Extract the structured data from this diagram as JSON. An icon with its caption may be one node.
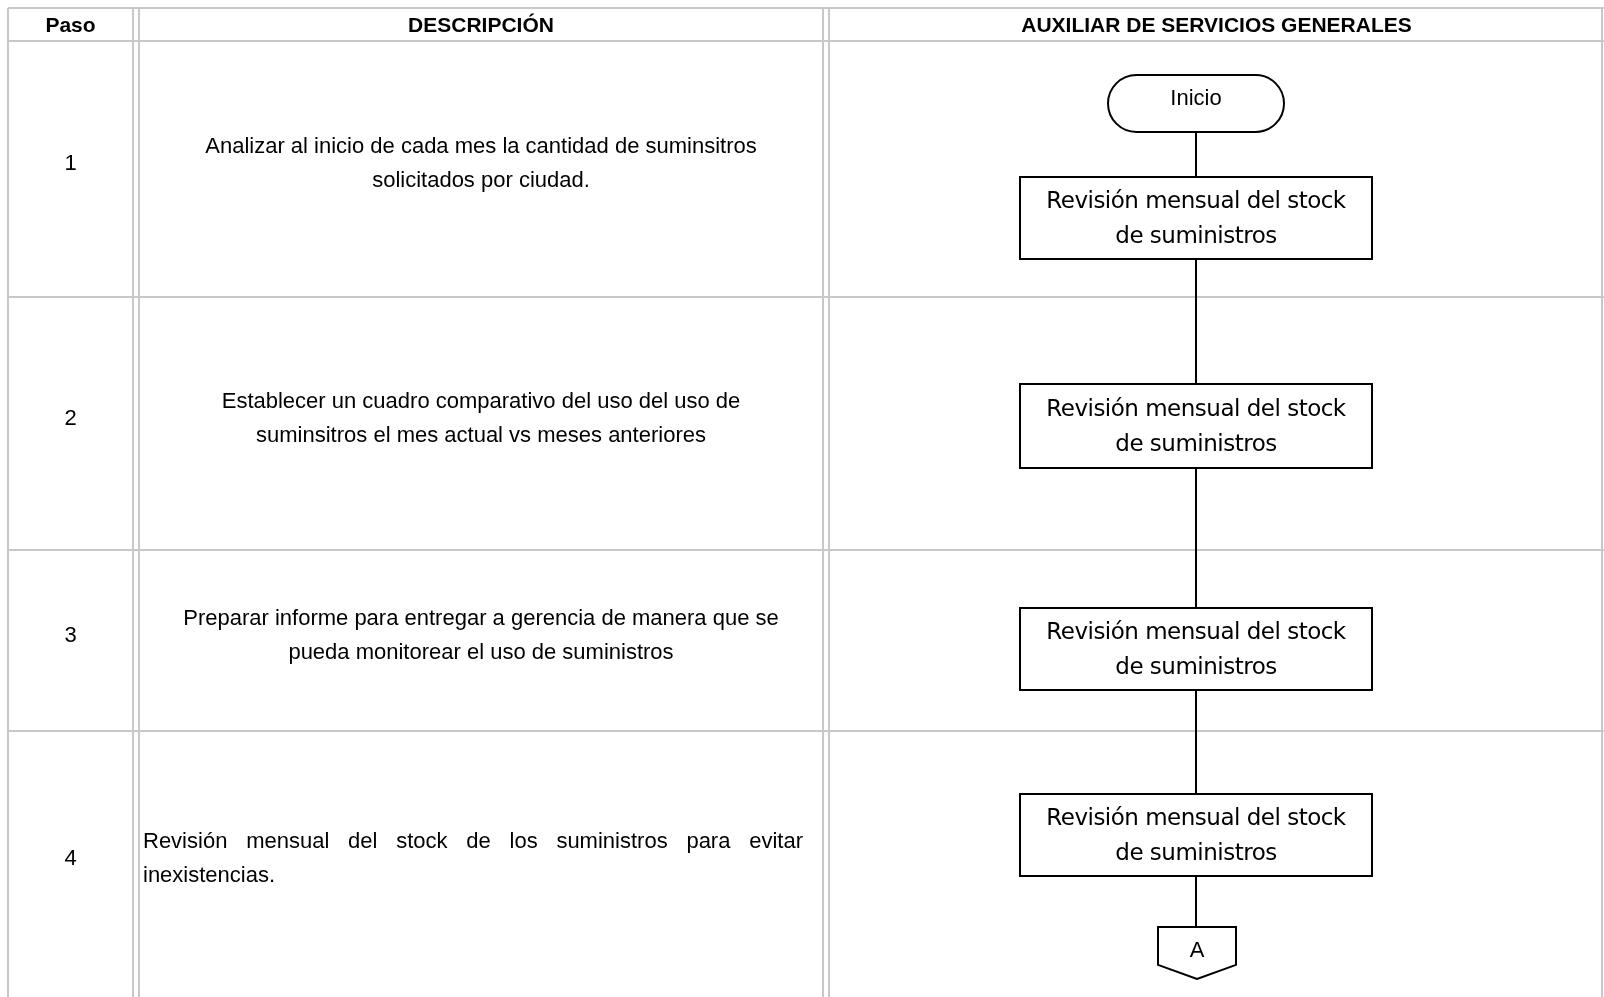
{
  "diagram": {
    "nodes": [
      {
        "text": [
          "Inicio"
        ]
      },
      {
        "text": [
          "Revisión mensual del stock de suministros"
        ]
      },
      {
        "text": [
          "Revisión mensual del stock de suministros"
        ]
      },
      {
        "text": [
          "Revisión mensual del stock de suministros"
        ]
      },
      {
        "text": [
          "Revisión mensual del stock de suministros"
        ]
      },
      {
        "text": [
          "A"
        ]
      }
    ],
    "edges": [
      {
        "from": 0,
        "to": 1,
        "arrow": "none"
      },
      {
        "from": 1,
        "to": 2,
        "arrow": "none"
      },
      {
        "from": 2,
        "to": 3,
        "arrow": "none"
      },
      {
        "from": 3,
        "to": 4,
        "arrow": "none"
      },
      {
        "from": 4,
        "to": 5,
        "arrow": "none"
      }
    ],
    "labels": [
      "Paso",
      "DESCRIPCIÓN",
      "AUXILIAR DE SERVICIOS GENERALES",
      "1",
      "Analizar al inicio de cada mes la cantidad de suminsitros solicitados por ciudad.",
      "2",
      "Establecer un cuadro comparativo del uso del uso de suminsitros el mes actual vs meses anteriores",
      "3",
      "Preparar informe para entregar a gerencia de manera que se pueda monitorear el uso de suministros",
      "4",
      "Revisión mensual del stock de los suministros para evitar inexistencias."
    ]
  }
}
